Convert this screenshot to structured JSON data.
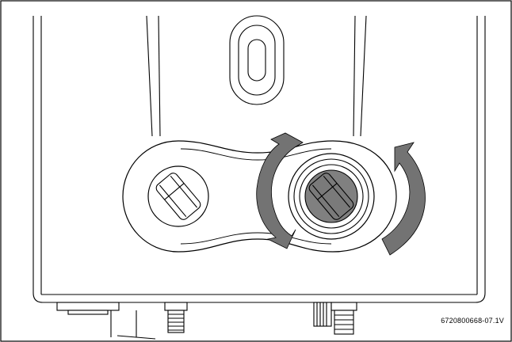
{
  "figure": {
    "reference_id": "6720800668-07.1V",
    "subject": "water heater front panel with two rotary control knobs",
    "rotation_indicator": "clockwise and counterclockwise turning arrows around the right knob"
  },
  "colors": {
    "line": "#000000",
    "panel_fill": "#ffffff",
    "knob_highlight": "#808080",
    "arrow_fill": "#737373"
  },
  "icons": {
    "rotate_left": "curved-arrow-left-icon",
    "rotate_right": "curved-arrow-right-icon"
  }
}
